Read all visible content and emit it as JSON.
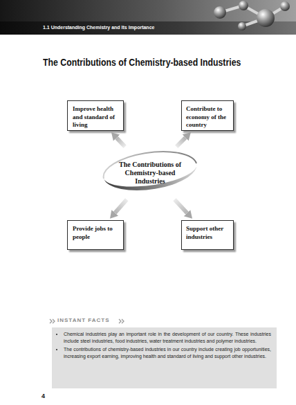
{
  "diagram": {
    "title": "The Contributions of Chemistry-based Industries",
    "nodes": [
      {
        "text": [
          "Improve health and standard of living"
        ]
      },
      {
        "text": [
          "Contribute to economy of the country"
        ]
      },
      {
        "text": [
          "The Contributions of Chemistry-based Industries"
        ]
      },
      {
        "text": [
          "Provide jobs to people"
        ]
      },
      {
        "text": [
          "Support other industries"
        ]
      },
      {
        "text": [
          "INSTANT FACTS",
          "Chemical industries play an important role in the development of our country. These industries include steel industries, food industries, water treatment industries and polymer industries.",
          "The contributions of chemistry-based industries in our country include creating job opportunities, increasing export earning, improving health and standard of living and support other industries."
        ]
      }
    ],
    "edges": [
      {
        "from": 2,
        "to": 0,
        "arrow": "to"
      },
      {
        "from": 2,
        "to": 1,
        "arrow": "to"
      },
      {
        "from": 2,
        "to": 3,
        "arrow": "to"
      },
      {
        "from": 2,
        "to": 4,
        "arrow": "to"
      }
    ],
    "labels": [
      "1.1 Understanding Chemistry and Its Importance",
      "4"
    ]
  }
}
